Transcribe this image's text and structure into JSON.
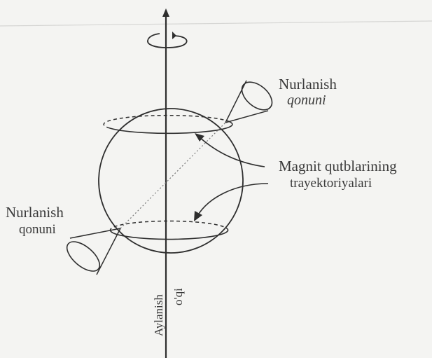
{
  "labels": {
    "emission_top_line1": "Nurlanish",
    "emission_top_line2": "qonuni",
    "emission_left_line1": "Nurlanish",
    "emission_left_line2": "qonuni",
    "trajectories_line1": "Magnit qutblarining",
    "trajectories_line2": "trayektoriyalari",
    "axis_line1": "Aylanish",
    "axis_line2": "o'qi"
  },
  "colors": {
    "background": "#f4f4f2",
    "ink": "#3a3a3a"
  }
}
